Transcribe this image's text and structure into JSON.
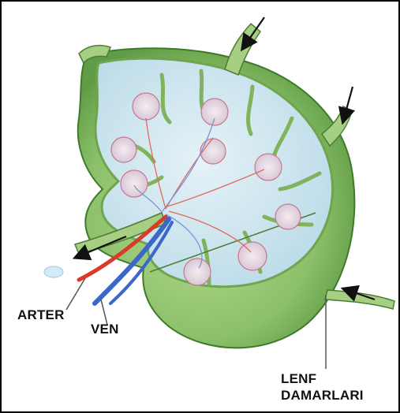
{
  "labels": {
    "arter": "ARTER",
    "ven": "VEN",
    "lymph_vessels_line1": "LENF",
    "lymph_vessels_line2": "DAMARLARI"
  },
  "colors": {
    "capsule": "#8cc06a",
    "capsule_dark": "#5f9c45",
    "interior": "#cfe6f1",
    "artery": "#d93b2a",
    "vein": "#3b67c9",
    "arrow": "#111111"
  }
}
